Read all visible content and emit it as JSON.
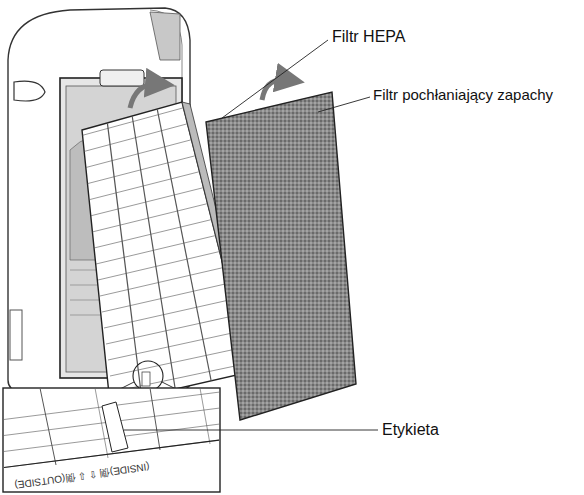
{
  "diagram": {
    "labels": [
      "Filtr HEPA",
      "Filtr pochłaniający zapachy",
      "Etykieta",
      "(INSIDE)側 ⇧ ⇩ 側(OUTSIDE)"
    ]
  }
}
